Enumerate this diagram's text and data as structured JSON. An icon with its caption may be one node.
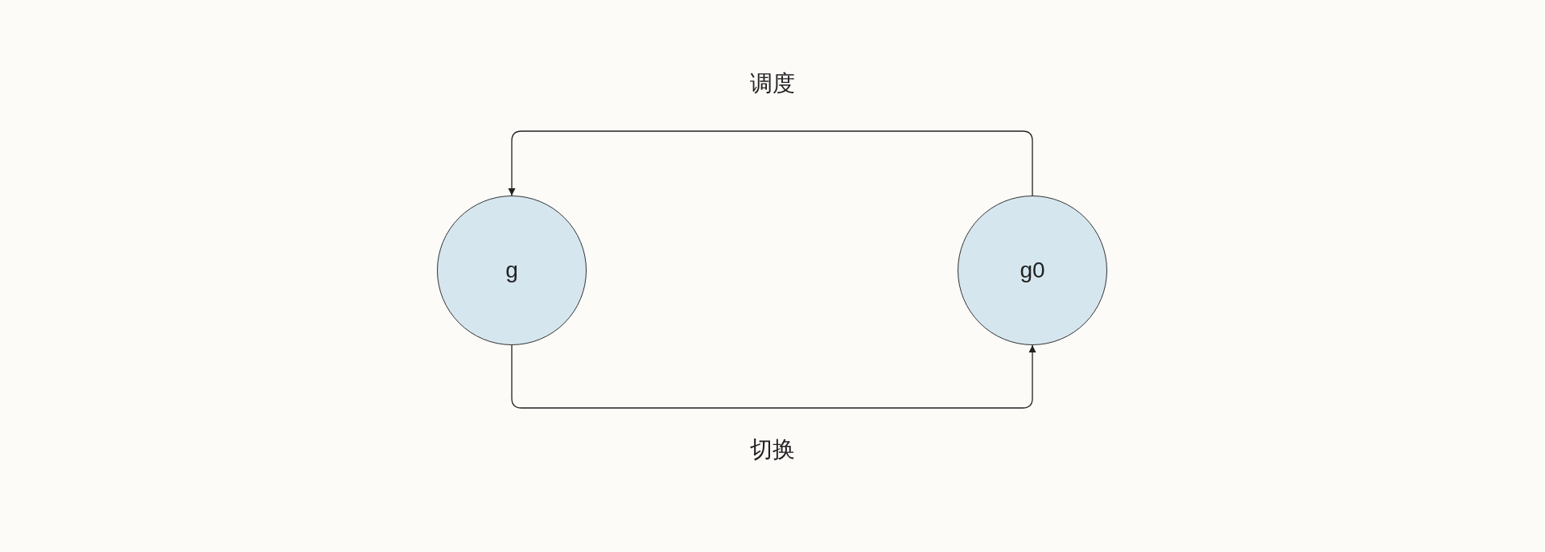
{
  "diagram": {
    "nodes": [
      {
        "text": [
          "g"
        ]
      },
      {
        "text": [
          "g0"
        ]
      }
    ],
    "edges": [
      {
        "from": 1,
        "to": 0,
        "arrow": "to",
        "label": "调度"
      },
      {
        "from": 0,
        "to": 1,
        "arrow": "to",
        "label": "切换"
      }
    ]
  }
}
